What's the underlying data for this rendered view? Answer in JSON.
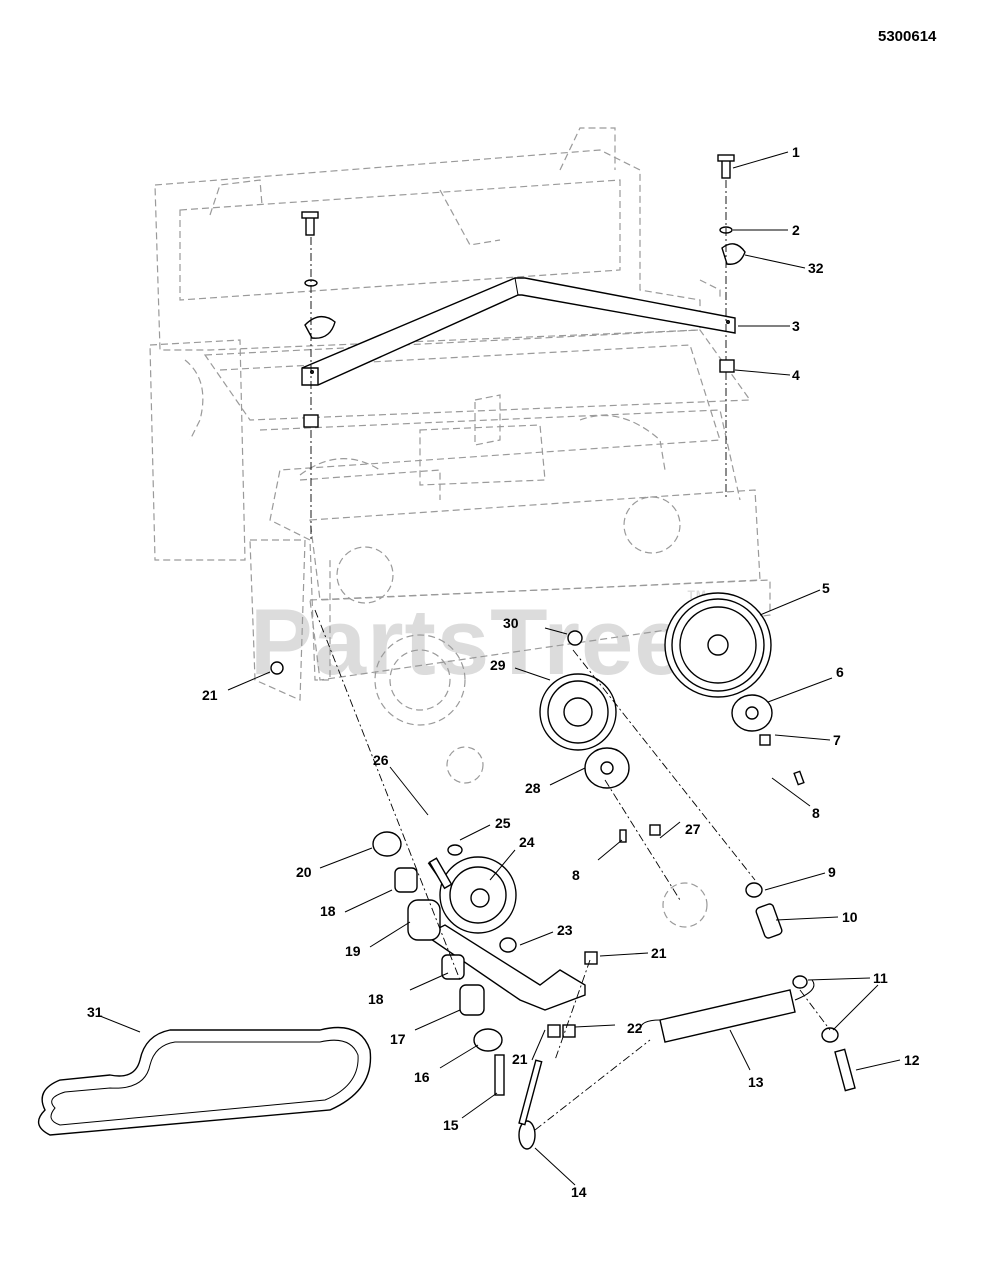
{
  "document": {
    "id": "5300614"
  },
  "watermark": {
    "text": "PartsTree",
    "tm": "TM"
  },
  "callouts": [
    {
      "key": "c1",
      "label": "1"
    },
    {
      "key": "c2",
      "label": "2"
    },
    {
      "key": "c32",
      "label": "32"
    },
    {
      "key": "c3",
      "label": "3"
    },
    {
      "key": "c4",
      "label": "4"
    },
    {
      "key": "c5",
      "label": "5"
    },
    {
      "key": "c6",
      "label": "6"
    },
    {
      "key": "c7",
      "label": "7"
    },
    {
      "key": "c8a",
      "label": "8"
    },
    {
      "key": "c30",
      "label": "30"
    },
    {
      "key": "c29",
      "label": "29"
    },
    {
      "key": "c21a",
      "label": "21"
    },
    {
      "key": "c26",
      "label": "26"
    },
    {
      "key": "c25",
      "label": "25"
    },
    {
      "key": "c24",
      "label": "24"
    },
    {
      "key": "c28",
      "label": "28"
    },
    {
      "key": "c27",
      "label": "27"
    },
    {
      "key": "c8b",
      "label": "8"
    },
    {
      "key": "c20",
      "label": "20"
    },
    {
      "key": "c18a",
      "label": "18"
    },
    {
      "key": "c19",
      "label": "19"
    },
    {
      "key": "c23",
      "label": "23"
    },
    {
      "key": "c21b",
      "label": "21"
    },
    {
      "key": "c9",
      "label": "9"
    },
    {
      "key": "c10",
      "label": "10"
    },
    {
      "key": "c11",
      "label": "11"
    },
    {
      "key": "c31",
      "label": "31"
    },
    {
      "key": "c18b",
      "label": "18"
    },
    {
      "key": "c22",
      "label": "22"
    },
    {
      "key": "c17",
      "label": "17"
    },
    {
      "key": "c21c",
      "label": "21"
    },
    {
      "key": "c16",
      "label": "16"
    },
    {
      "key": "c13",
      "label": "13"
    },
    {
      "key": "c12",
      "label": "12"
    },
    {
      "key": "c15",
      "label": "15"
    },
    {
      "key": "c14",
      "label": "14"
    }
  ]
}
